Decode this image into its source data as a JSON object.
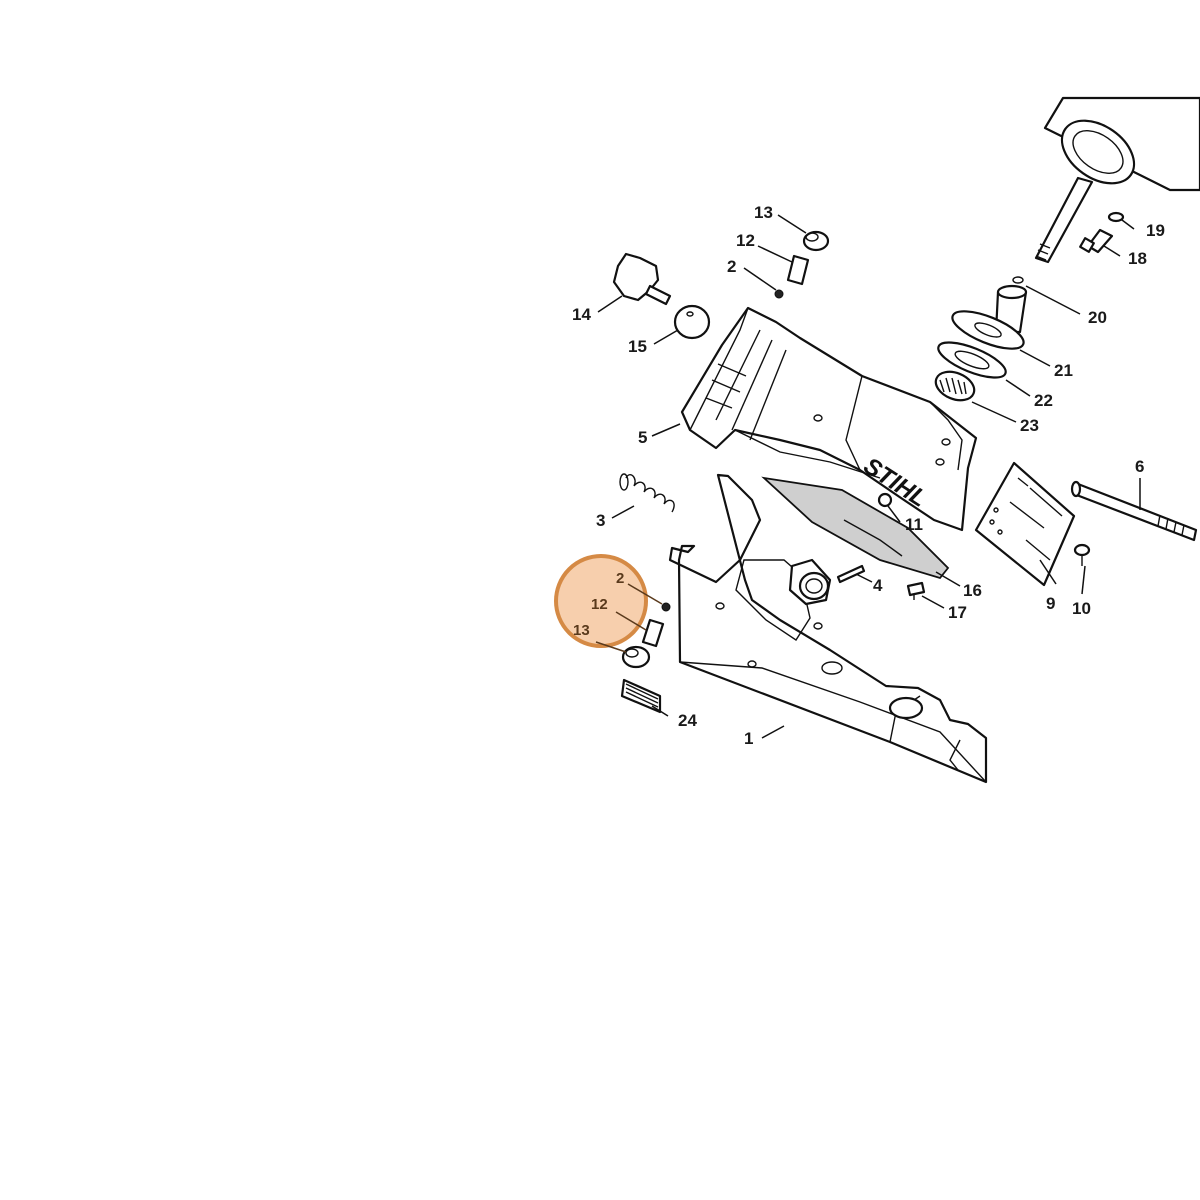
{
  "diagram": {
    "brand_text": "STIHL",
    "callouts": [
      "1",
      "2",
      "3",
      "4",
      "5",
      "6",
      "9",
      "10",
      "11",
      "12",
      "13",
      "14",
      "15",
      "16",
      "17",
      "18",
      "19",
      "20",
      "21",
      "22",
      "23",
      "24"
    ],
    "highlight": {
      "labels": [
        "2",
        "12",
        "13"
      ],
      "fill": "#f6c79f",
      "stroke": "#d58a45"
    }
  }
}
